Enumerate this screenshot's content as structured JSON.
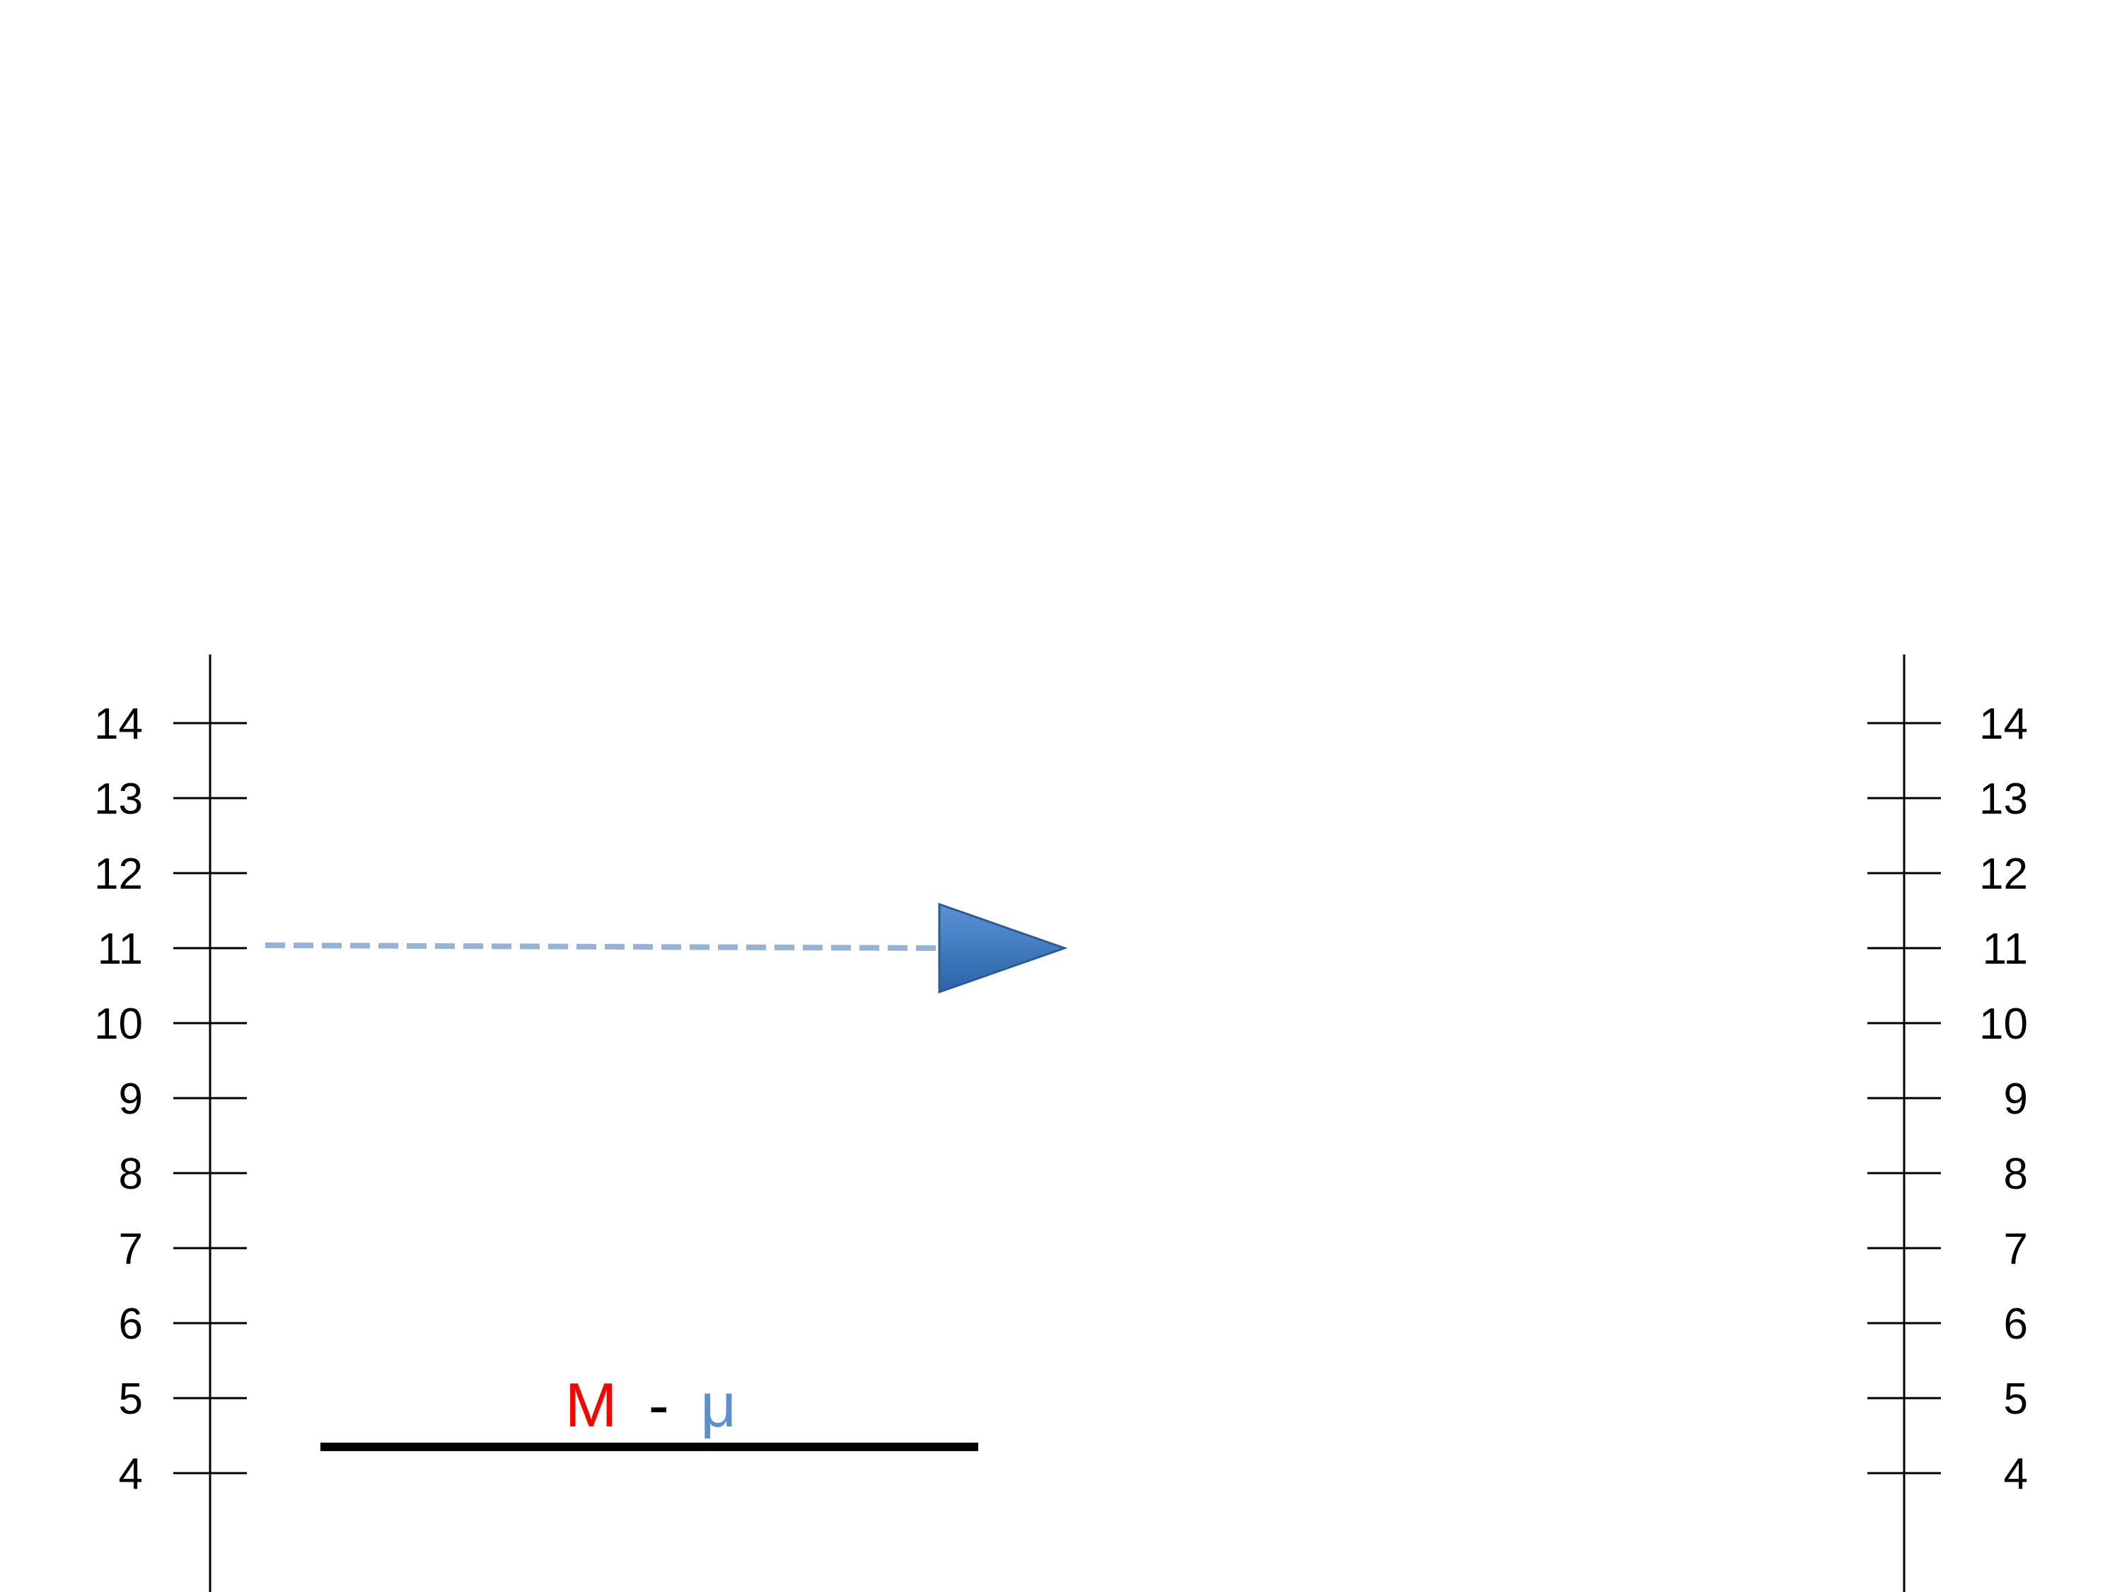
{
  "scale": {
    "ticks": [
      "4",
      "5",
      "6",
      "7",
      "8",
      "9",
      "10",
      "11",
      "12",
      "13",
      "14"
    ]
  },
  "formula": {
    "m": "M",
    "minus": "-",
    "mu": "μ"
  },
  "arrow": {
    "value": 11
  },
  "bar": {
    "value": 4.35
  },
  "colors": {
    "axis": "#000000",
    "formula_m": "#ff0000",
    "formula_minus": "#000000",
    "formula_mu": "#5b8fd0",
    "arrow_dash": "#95b3d7",
    "arrow_head": "#3a72b8",
    "bar": "#000000"
  }
}
